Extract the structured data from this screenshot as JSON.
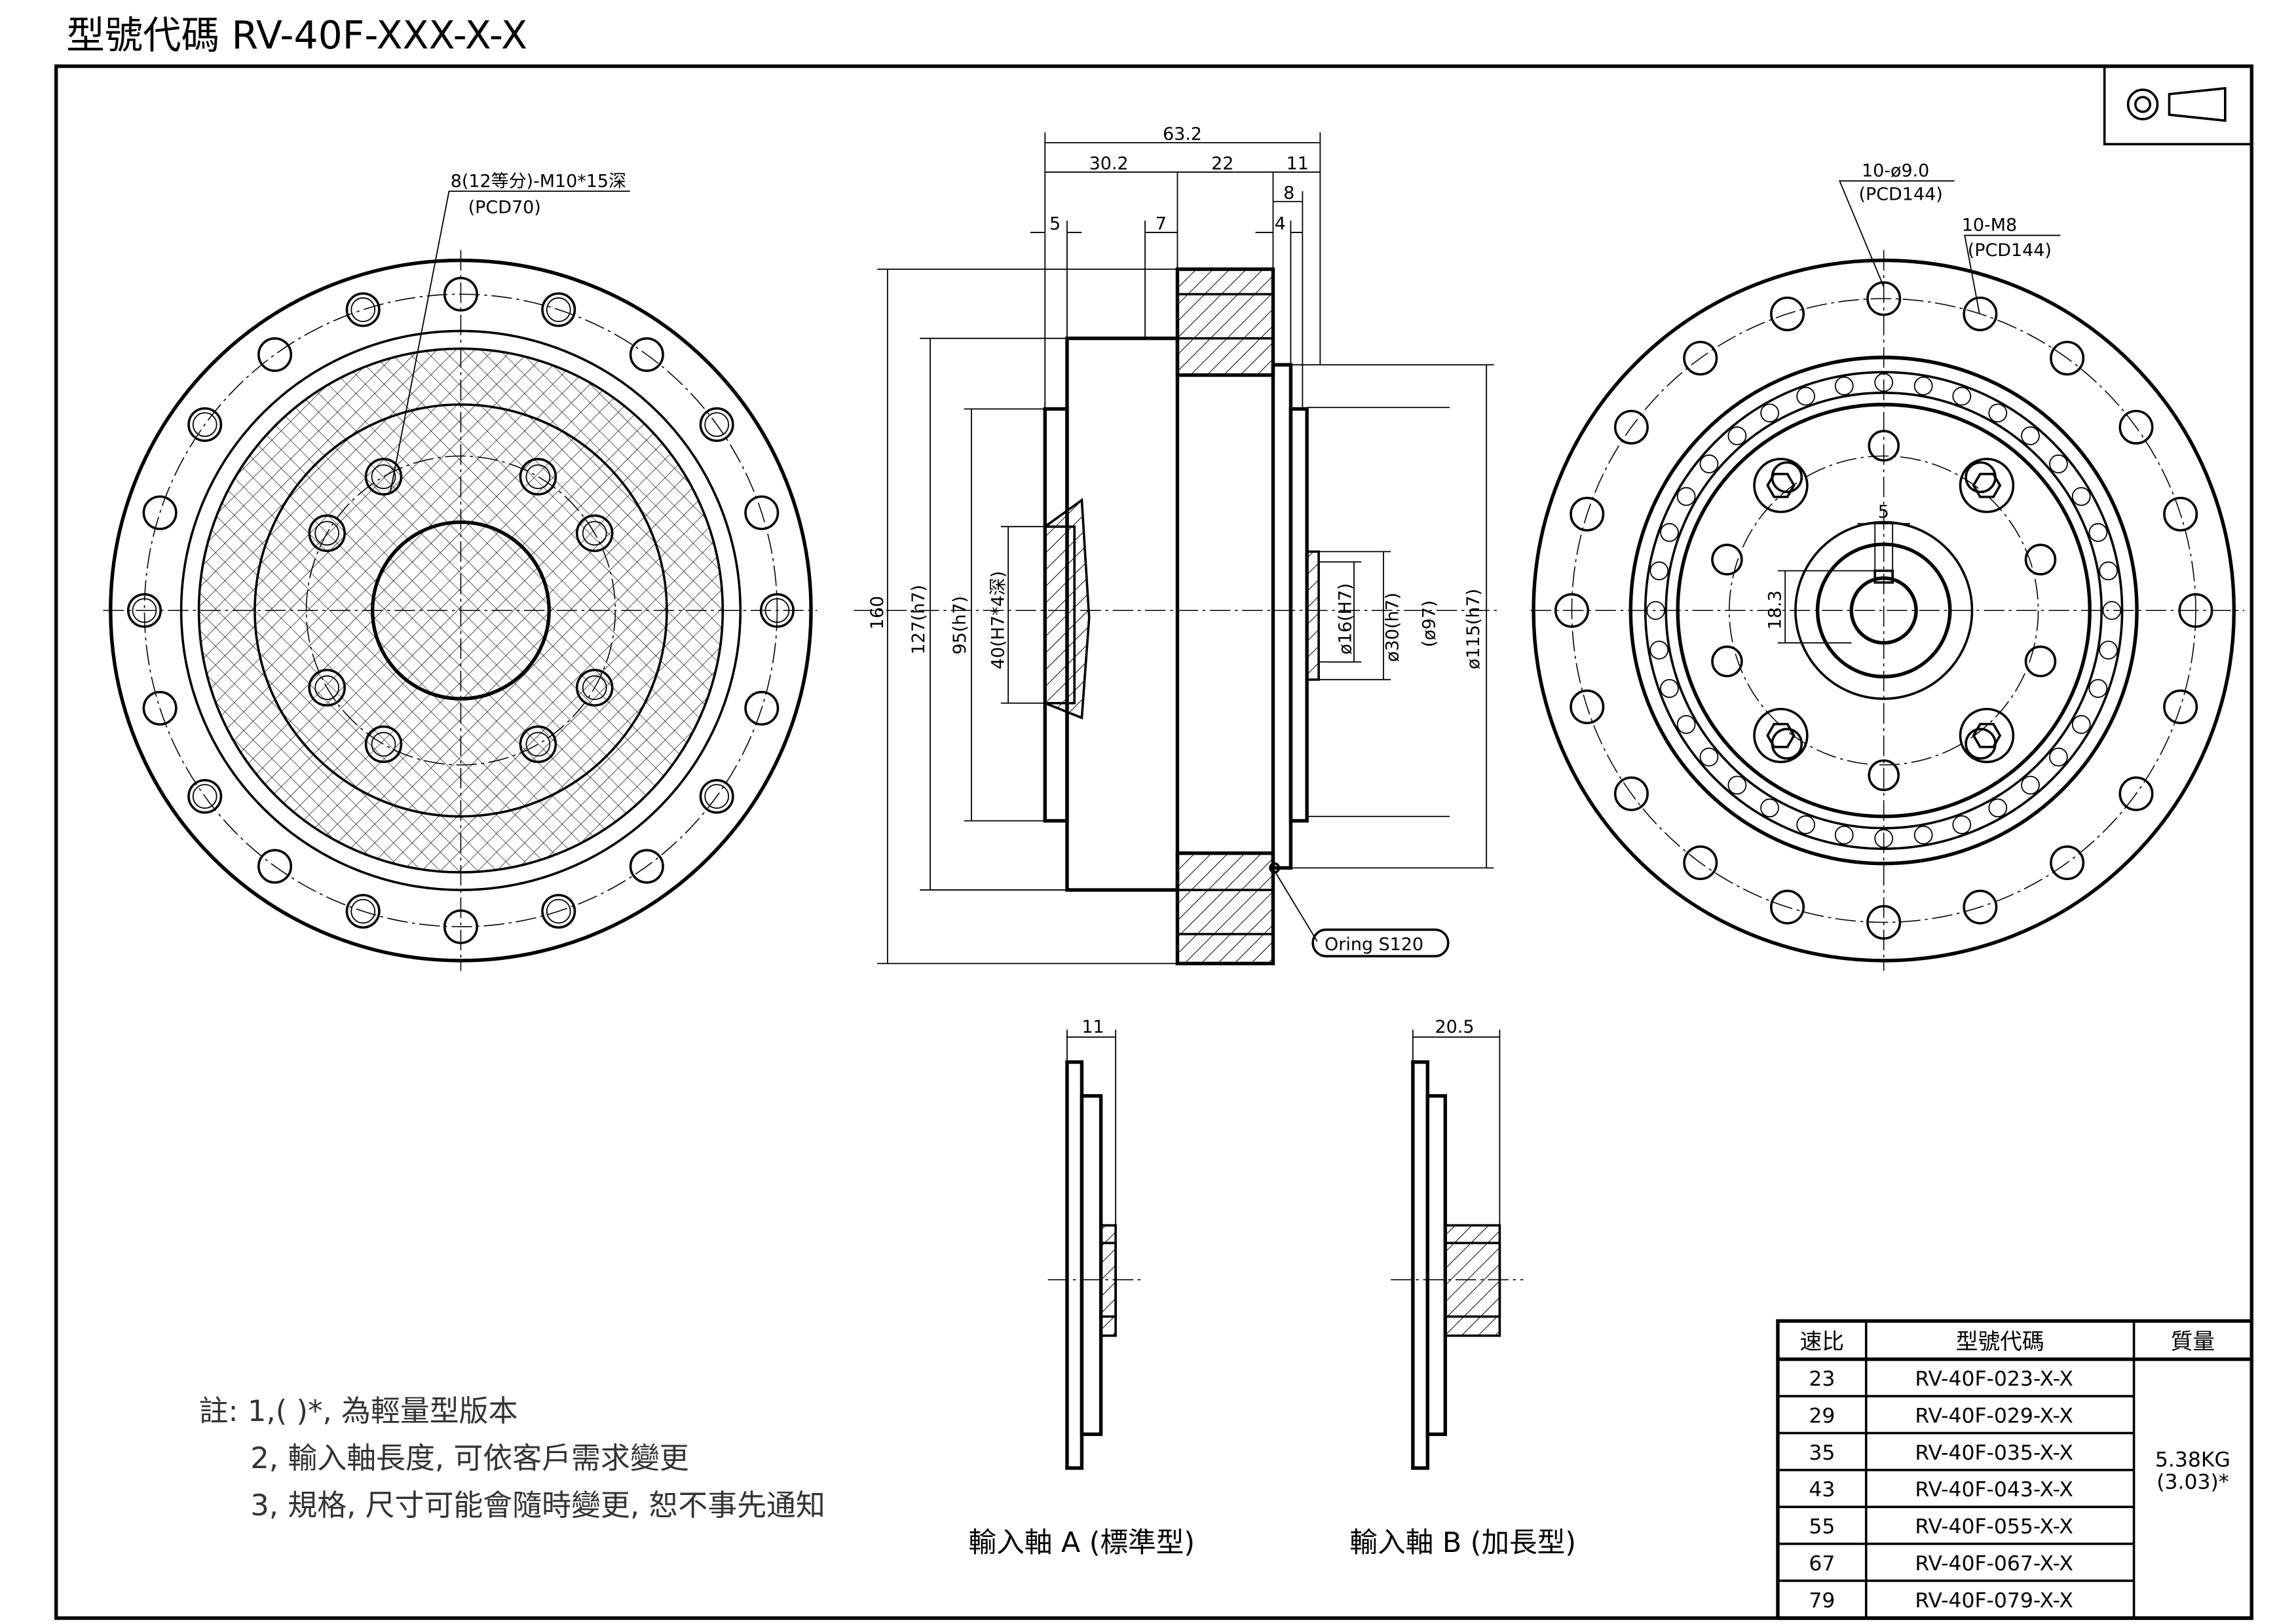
{
  "title": "型號代碼  RV-40F-XXX-X-X",
  "front_view": {
    "callout_line1": "8(12等分)-M10*15深",
    "callout_line2": "(PCD70)"
  },
  "side_view": {
    "dims_top": [
      "63.2",
      "30.2",
      "22",
      "11",
      "8",
      "5",
      "7",
      "4"
    ],
    "dims_left": [
      "160",
      "127(h7)",
      "95(h7)",
      "40(H7*4深)"
    ],
    "dims_right": [
      "ø16(H7)",
      "ø30(h7)",
      "(ø97)",
      "ø115(h7)"
    ],
    "oring_label": "Oring S120"
  },
  "rear_view": {
    "callout1_line1": "10-ø9.0",
    "callout1_line2": "(PCD144)",
    "callout2_line1": "10-M8",
    "callout2_line2": "(PCD144)",
    "key_width": "5",
    "key_height": "18.3"
  },
  "shaft_a": {
    "dim": "11",
    "label": "輸入軸  A  (標準型)"
  },
  "shaft_b": {
    "dim": "20.5",
    "label": "輸入軸  B  (加長型)"
  },
  "notes": [
    "註: 1,(        )*, 為輕量型版本",
    "2, 輸入軸長度, 可依客戶需求變更",
    "3, 規格, 尺寸可能會隨時變更, 恕不事先通知"
  ],
  "table": {
    "headers": [
      "速比",
      "型號代碼",
      "質量"
    ],
    "rows": [
      {
        "ratio": "23",
        "code": "RV-40F-023-X-X"
      },
      {
        "ratio": "29",
        "code": "RV-40F-029-X-X"
      },
      {
        "ratio": "35",
        "code": "RV-40F-035-X-X"
      },
      {
        "ratio": "43",
        "code": "RV-40F-043-X-X"
      },
      {
        "ratio": "55",
        "code": "RV-40F-055-X-X"
      },
      {
        "ratio": "67",
        "code": "RV-40F-067-X-X"
      },
      {
        "ratio": "79",
        "code": "RV-40F-079-X-X"
      }
    ],
    "mass_line1": "5.38KG",
    "mass_line2": "(3.03)*"
  },
  "projection_symbol": "third-angle-projection-icon"
}
